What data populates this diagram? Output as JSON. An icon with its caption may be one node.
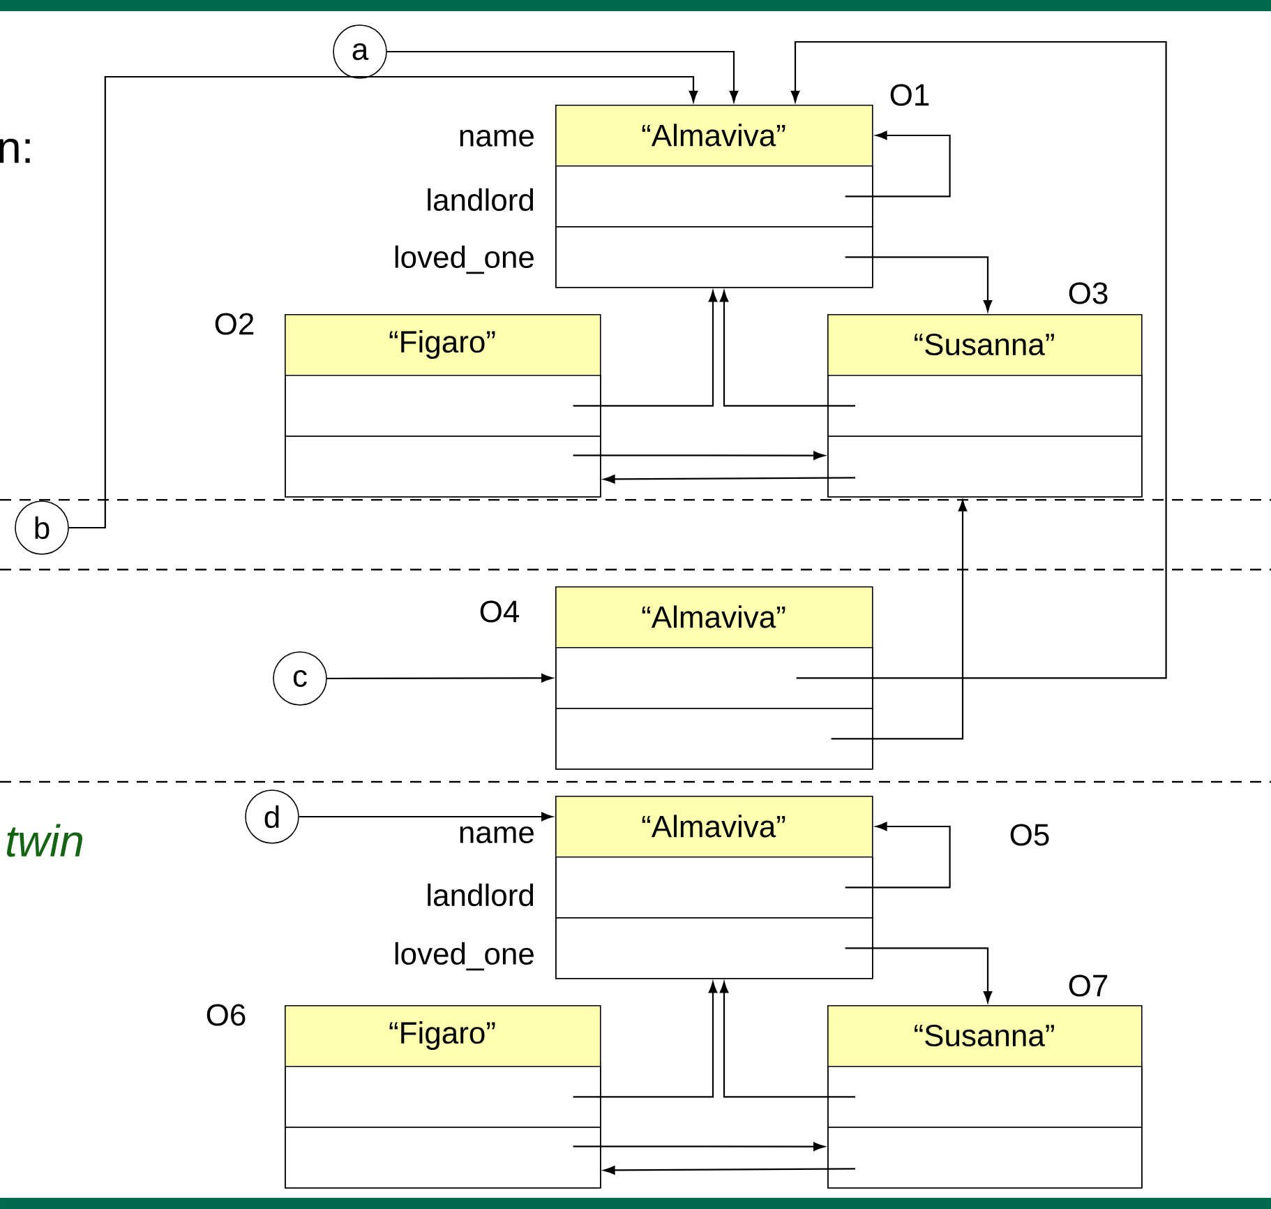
{
  "diagram": {
    "nodes": [
      {
        "text": [
          "a"
        ]
      },
      {
        "text": [
          "b"
        ]
      },
      {
        "text": [
          "c"
        ]
      },
      {
        "text": [
          "d"
        ]
      },
      {
        "text": [
          "“Almaviva”"
        ],
        "beside": [
          "O1"
        ]
      },
      {
        "text": [],
        "shape": "box",
        "in": 4
      },
      {
        "text": [],
        "shape": "box",
        "in": 4
      },
      {
        "text": [
          "“Figaro”"
        ],
        "beside": [
          "O2"
        ]
      },
      {
        "text": [],
        "shape": "box",
        "in": 7
      },
      {
        "text": [],
        "shape": "box",
        "in": 7
      },
      {
        "text": [
          "“Susanna”"
        ],
        "beside": [
          "O3"
        ]
      },
      {
        "text": [],
        "shape": "box",
        "in": 10
      },
      {
        "text": [],
        "shape": "box",
        "in": 10
      },
      {
        "text": [
          "“Almaviva”"
        ],
        "beside": [
          "O4"
        ]
      },
      {
        "text": [],
        "shape": "box",
        "in": 13
      },
      {
        "text": [],
        "shape": "box",
        "in": 13
      },
      {
        "text": [
          "“Almaviva”"
        ]
      },
      {
        "text": [],
        "shape": "box",
        "in": 16
      },
      {
        "text": [],
        "shape": "box",
        "in": 16
      },
      {
        "text": [
          "“Figaro”"
        ],
        "beside": [
          "O6"
        ]
      },
      {
        "text": [],
        "shape": "box",
        "in": 19
      },
      {
        "text": [],
        "shape": "box",
        "in": 19
      },
      {
        "text": [
          "“Susanna”"
        ],
        "beside": [
          "O7"
        ]
      },
      {
        "text": [],
        "shape": "box",
        "in": 22
      },
      {
        "text": [],
        "shape": "box",
        "in": 22
      }
    ],
    "edges": [
      {
        "from": 0,
        "to": 4,
        "arrow": "to"
      },
      {
        "from": 1,
        "to": 4,
        "arrow": "to"
      },
      {
        "from": 5,
        "to": 4,
        "arrow": "to"
      },
      {
        "from": 6,
        "to": 10,
        "arrow": "to"
      },
      {
        "from": 8,
        "to": 4,
        "arrow": "to"
      },
      {
        "from": 11,
        "to": 4,
        "arrow": "to"
      },
      {
        "from": 9,
        "to": 10,
        "arrow": "to"
      },
      {
        "from": 12,
        "to": 7,
        "arrow": "to"
      },
      {
        "from": 2,
        "to": 14,
        "arrow": "to"
      },
      {
        "from": 14,
        "to": 4,
        "arrow": "to"
      },
      {
        "from": 15,
        "to": 10,
        "arrow": "to"
      },
      {
        "from": 3,
        "to": 16,
        "arrow": "to"
      },
      {
        "from": 17,
        "to": 16,
        "arrow": "to"
      },
      {
        "from": 18,
        "to": 22,
        "arrow": "to"
      },
      {
        "from": 20,
        "to": 16,
        "arrow": "to"
      },
      {
        "from": 23,
        "to": 16,
        "arrow": "to"
      },
      {
        "from": 21,
        "to": 22,
        "arrow": "to"
      },
      {
        "from": 24,
        "to": 19,
        "arrow": "to"
      }
    ],
    "labels": [
      "n:",
      "name",
      "landlord",
      "loved_one",
      "twin",
      "name",
      "O5",
      "landlord",
      "loved_one"
    ]
  }
}
